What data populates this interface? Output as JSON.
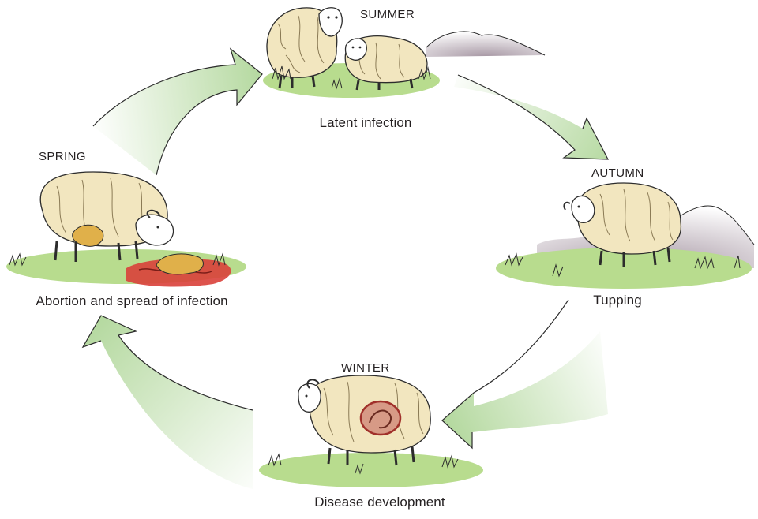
{
  "diagram": {
    "seasons": {
      "summer": "SUMMER",
      "autumn": "AUTUMN",
      "winter": "WINTER",
      "spring": "SPRING"
    },
    "stages": {
      "summer": "Latent infection",
      "autumn": "Tupping",
      "winter": "Disease development",
      "spring": "Abortion and spread of infection"
    },
    "colors": {
      "arrow": "#b5d9a0",
      "arrow_edge": "#2c2c2c",
      "grass": "#b8dc8e",
      "fleece": "#f2e6bf",
      "hill": "#9d8c9a",
      "blood": "#d9403a",
      "lamb": "#e0b04a"
    }
  }
}
